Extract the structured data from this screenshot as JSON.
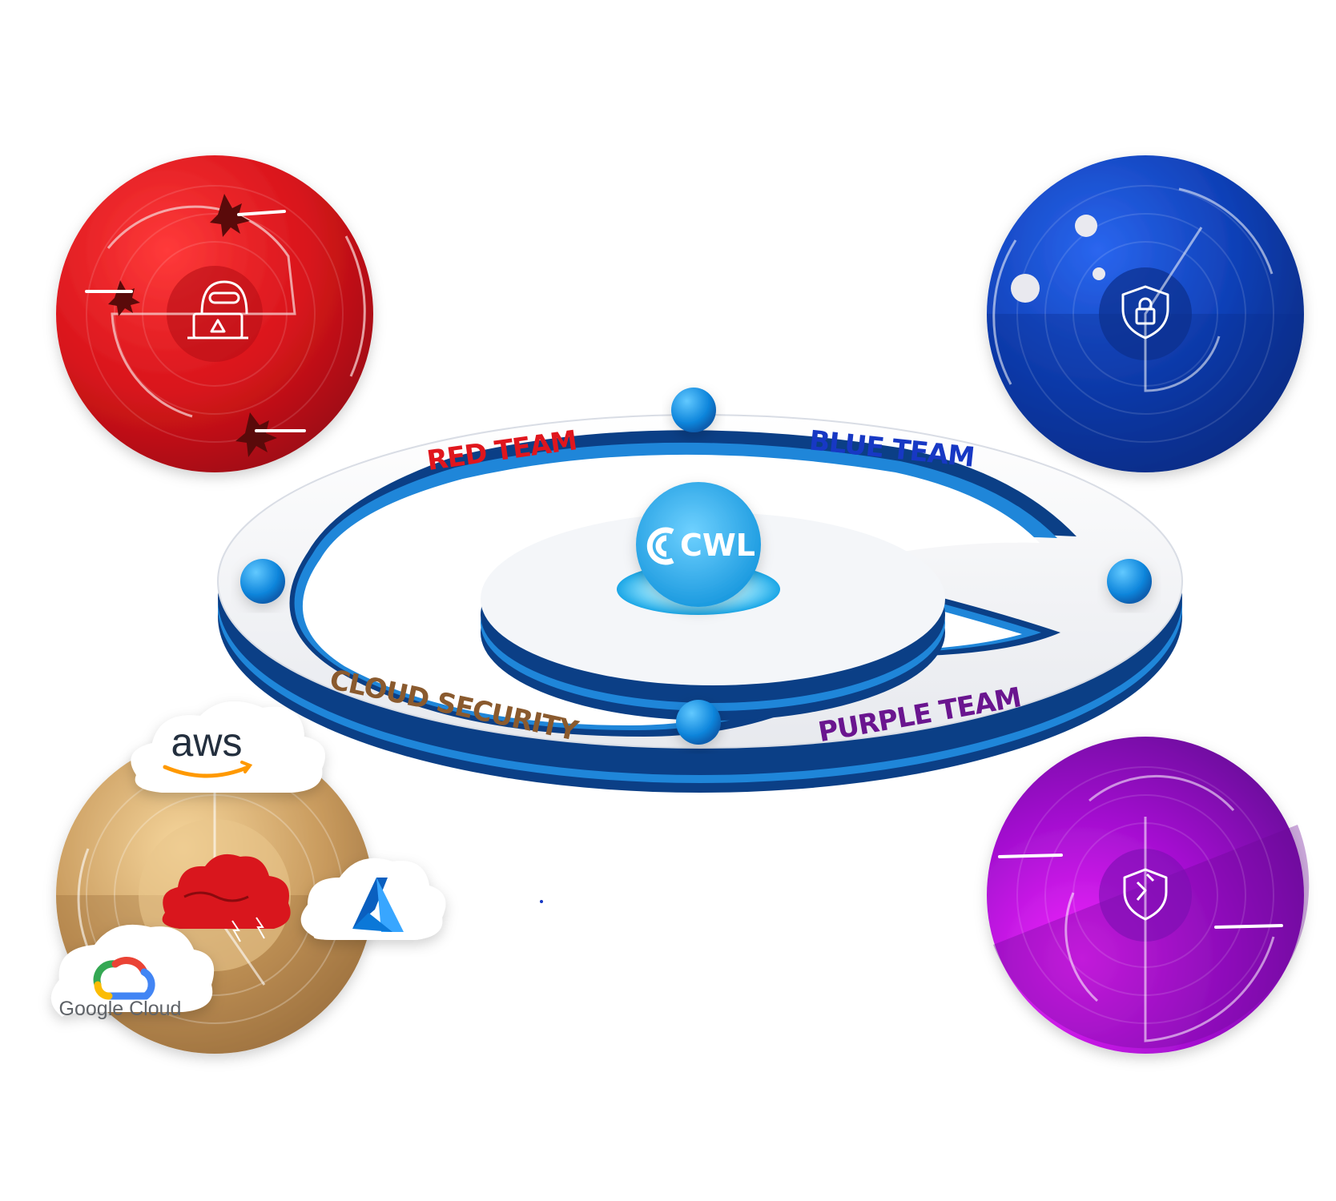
{
  "center": {
    "logo_text": "CWL"
  },
  "ring_labels": {
    "red": "RED TEAM",
    "blue": "BLUE TEAM",
    "cloud": "CLOUD SECURITY",
    "purple": "PURPLE TEAM"
  },
  "cloud_providers": {
    "aws": "aws",
    "google": "Google Cloud",
    "azure": "A"
  },
  "colors": {
    "red": "#e0161d",
    "blue": "#1738c4",
    "cloud": "#8a5a2e",
    "purple": "#6a158f",
    "ring_dark": "#0b3f86",
    "ring_light": "#1f86d9"
  },
  "icons": [
    "hacker-laptop-icon",
    "shield-lock-icon",
    "shield-check-icon",
    "cloud-threat-icon",
    "aws-logo",
    "azure-logo",
    "google-cloud-logo"
  ]
}
